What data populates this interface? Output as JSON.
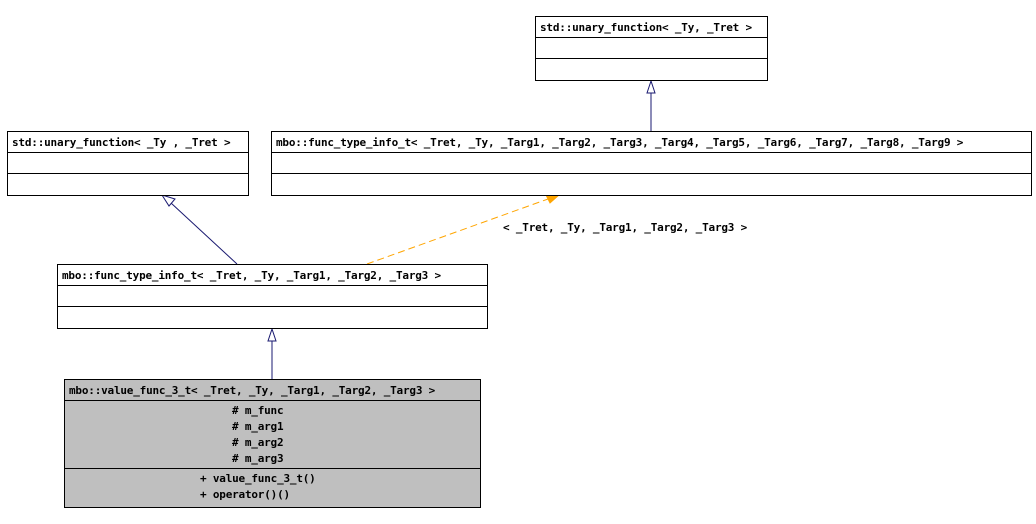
{
  "diagram": {
    "classes": {
      "std_unary_top": {
        "title": "std::unary_function< _Ty, _Tret >"
      },
      "std_unary_left": {
        "title": "std::unary_function< _Ty , _Tret >"
      },
      "func_type_info_9": {
        "title": "mbo::func_type_info_t< _Tret, _Ty, _Targ1, _Targ2, _Targ3, _Targ4, _Targ5, _Targ6, _Targ7, _Targ8, _Targ9 >"
      },
      "func_type_info_3": {
        "title": "mbo::func_type_info_t< _Tret, _Ty, _Targ1, _Targ2, _Targ3 >"
      },
      "value_func_3": {
        "title": "mbo::value_func_3_t< _Tret, _Ty, _Targ1, _Targ2, _Targ3 >",
        "attributes": [
          "# m_func",
          "# m_arg1",
          "# m_arg2",
          "# m_arg3"
        ],
        "methods": [
          "+ value_func_3_t()",
          "+ operator()()"
        ]
      }
    },
    "template_binding_label": "< _Tret, _Ty, _Targ1, _Targ2, _Targ3 >",
    "colors": {
      "inheritance_edge": "#191970",
      "template_edge": "#ffa500",
      "current_class_fill": "#bfbfbf",
      "box_border": "#000000"
    }
  }
}
